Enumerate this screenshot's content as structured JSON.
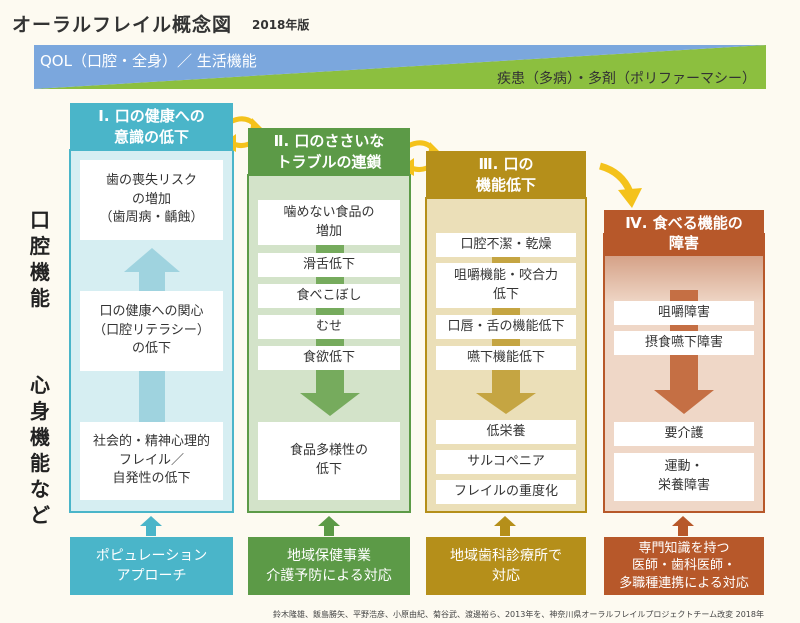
{
  "title": "オーラルフレイル概念図",
  "edition": "2018年版",
  "banner": {
    "left_text": "QOL（口腔・全身）／ 生活機能",
    "right_text": "疾患（多病）・多剤（ポリファーマシー）",
    "colors": {
      "blue": "#7ba7dd",
      "green": "#8cbf3f"
    }
  },
  "side_labels": {
    "top": "口腔機能",
    "bottom": "心身機能など"
  },
  "columns": [
    {
      "id": "col1",
      "color": "#4ab5c9",
      "light": "#d6eef2",
      "heading": [
        "Ⅰ. 口の健康への",
        "意識の低下"
      ],
      "boxes": [
        [
          "歯の喪失リスク",
          "の増加",
          "（歯周病・齲蝕）"
        ],
        [
          "口の健康への関心",
          "（口腔リテラシー）",
          "の低下"
        ],
        [
          "社会的・精神心理的",
          "フレイル／",
          "自発性の低下"
        ]
      ],
      "footer": [
        "ポピュレーション",
        "アプローチ"
      ]
    },
    {
      "id": "col2",
      "color": "#5c9a47",
      "light": "#d3e3c9",
      "heading": [
        "Ⅱ. 口のささいな",
        "トラブルの連鎖"
      ],
      "boxes": [
        [
          "噛めない食品の",
          "増加"
        ],
        [
          "滑舌低下"
        ],
        [
          "食べこぼし"
        ],
        [
          "むせ"
        ],
        [
          "食欲低下"
        ],
        [
          "食品多様性の",
          "低下"
        ]
      ],
      "footer": [
        "地域保健事業",
        "介護予防による対応"
      ]
    },
    {
      "id": "col3",
      "color": "#b58f1a",
      "light": "#ebdfb8",
      "heading": [
        "Ⅲ. 口の",
        "機能低下"
      ],
      "boxes": [
        [
          "口腔不潔・乾燥"
        ],
        [
          "咀嚼機能・咬合力",
          "低下"
        ],
        [
          "口唇・舌の機能低下"
        ],
        [
          "嚥下機能低下"
        ],
        [
          "低栄養"
        ],
        [
          "サルコペニア"
        ],
        [
          "フレイルの重度化"
        ]
      ],
      "footer": [
        "地域歯科診療所で",
        "対応"
      ]
    },
    {
      "id": "col4",
      "color": "#b7582a",
      "light": "#efd7c7",
      "heading": [
        "Ⅳ. 食べる機能の",
        "障害"
      ],
      "boxes": [
        [
          "咀嚼障害"
        ],
        [
          "摂食嚥下障害"
        ],
        [
          "要介護"
        ],
        [
          "運動・",
          "栄養障害"
        ]
      ],
      "footer": [
        "専門知識を持つ",
        "医師・歯科医師・",
        "多職種連携による対応"
      ]
    }
  ],
  "reference": "鈴木隆雄、飯島勝矢、平野浩彦、小原由紀、菊谷武、渡邊裕ら、2013年を、神奈川県オーラルフレイルプロジェクトチーム改変 2018年"
}
